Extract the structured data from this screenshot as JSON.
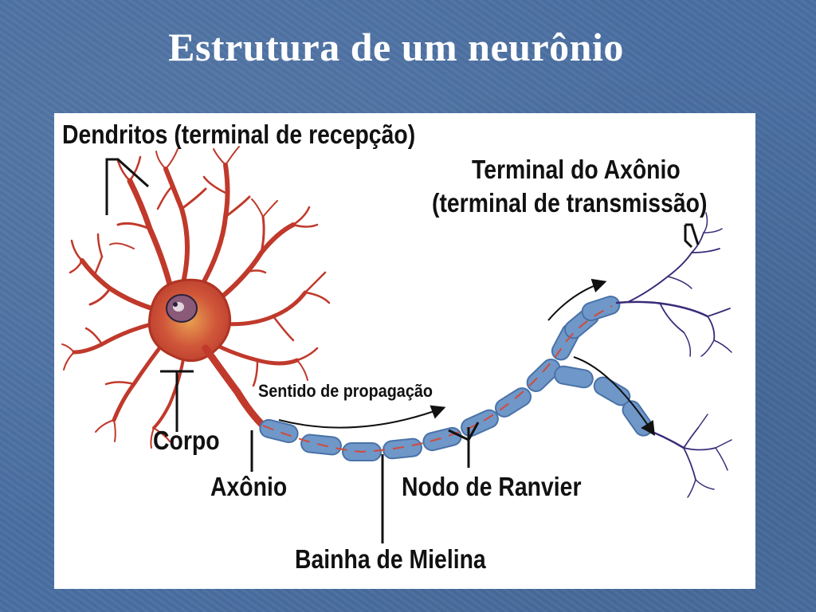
{
  "slide": {
    "title": "Estrutura de um neurônio"
  },
  "diagram": {
    "labels": {
      "dendrites": "Dendritos (terminal de recepção)",
      "axon_terminal_line1": "Terminal do Axônio",
      "axon_terminal_line2": "(terminal de transmissão)",
      "propagation": "Sentido de propagação",
      "body": "Corpo",
      "axon": "Axônio",
      "node": "Nodo de Ranvier",
      "myelin": "Bainha de Mielina"
    },
    "colors": {
      "background": "#4a6fa2",
      "panel": "#ffffff",
      "cell_body": "#c0392b",
      "myelin": "#6f97c8",
      "terminal_branches": "#3a2a78"
    }
  }
}
